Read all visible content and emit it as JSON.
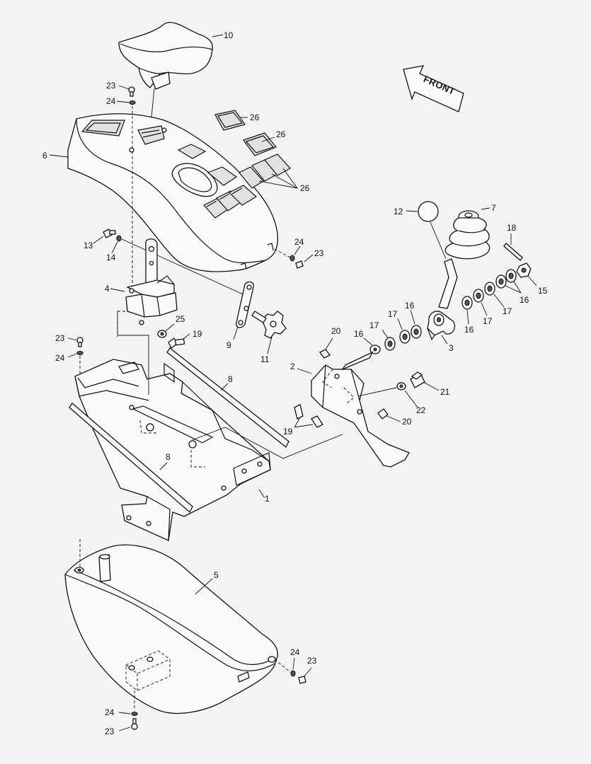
{
  "diagram": {
    "callouts": {
      "c1": "1",
      "c2": "2",
      "c3": "3",
      "c4": "4",
      "c5": "5",
      "c6": "6",
      "c7": "7",
      "c8a": "8",
      "c8b": "8",
      "c9": "9",
      "c10": "10",
      "c11": "11",
      "c12": "12",
      "c13": "13",
      "c14": "14",
      "c15": "15",
      "c16a": "16",
      "c16b": "16",
      "c16c": "16",
      "c16d": "16",
      "c17a": "17",
      "c17b": "17",
      "c17c": "17",
      "c17d": "17",
      "c18": "18",
      "c19a": "19",
      "c19b": "19",
      "c20a": "20",
      "c20b": "20",
      "c21": "21",
      "c22": "22",
      "c23a": "23",
      "c23b": "23",
      "c23c": "23",
      "c23d": "23",
      "c23e": "23",
      "c24a": "24",
      "c24b": "24",
      "c24c": "24",
      "c24d": "24",
      "c24e": "24",
      "c25": "25",
      "c26a": "26",
      "c26b": "26",
      "c26c": "26"
    },
    "front_label": "FRONT"
  }
}
